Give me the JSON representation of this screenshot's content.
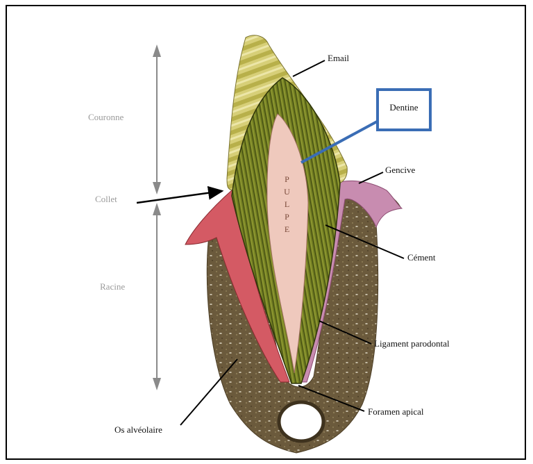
{
  "labels": {
    "email": "Email",
    "dentine": "Dentine",
    "gencive": "Gencive",
    "cement": "Cément",
    "ligament": "Ligament parodontal",
    "foramen": "Foramen apical",
    "os": "Os alvéolaire",
    "couronne": "Couronne",
    "collet": "Collet",
    "racine": "Racine",
    "pulpe_letters": [
      "P",
      "U",
      "L",
      "P",
      "E"
    ]
  },
  "colors": {
    "enamel": "#d8d07a",
    "dentine": "#6e7a1e",
    "pulp": "#efc9bd",
    "bone": "#6b5a3c",
    "gum": "#d9606a",
    "highlight_box": "#3a6db5",
    "arrow_gray": "#8a8a8a"
  }
}
